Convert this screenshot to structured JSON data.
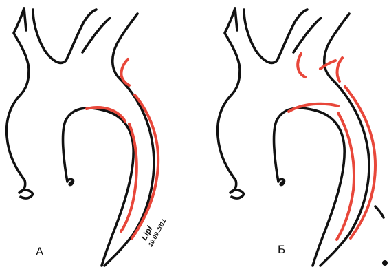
{
  "colors": {
    "vessel_outline": "#111111",
    "dissection_flap": "#e8473a",
    "background": "#ffffff"
  },
  "panels": [
    {
      "label": "А"
    },
    {
      "label": "Б"
    }
  ],
  "signature": {
    "name": "Lipi",
    "date": "10.09.2011"
  }
}
